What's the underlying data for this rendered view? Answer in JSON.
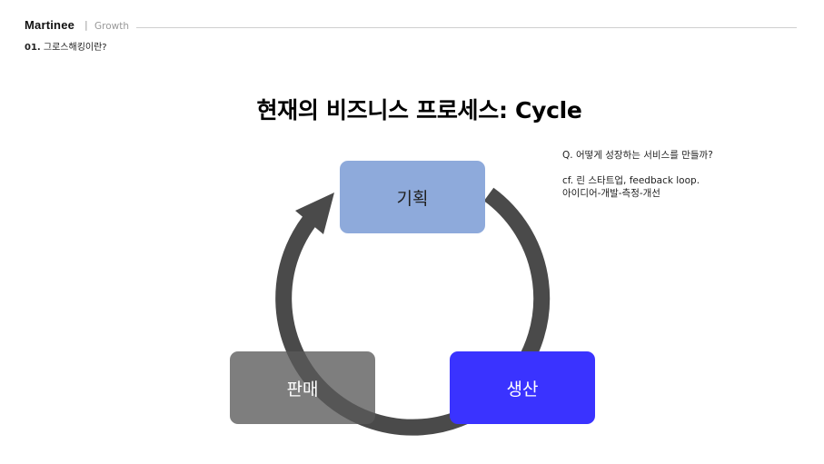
{
  "header": {
    "brand": "Martinee",
    "separator": "|",
    "section": "Growth",
    "subtitle_num": "01.",
    "subtitle_text": "그로스해킹이란?"
  },
  "slide": {
    "title": "현재의 비즈니스 프로세스: Cycle"
  },
  "note": {
    "line1": "Q. 어떻게 성장하는 서비스를 만들까?",
    "line2": "cf. 린 스타트업, feedback loop.",
    "line3": "아이디어-개발-측정-개선"
  },
  "cycle": {
    "nodes": [
      {
        "label": "기획",
        "color": "#8eaadb"
      },
      {
        "label": "생산",
        "color": "#3a33ff"
      },
      {
        "label": "판매",
        "color": "#5a5a5a"
      }
    ],
    "arrow_color": "#4a4a4a",
    "direction": "clockwise"
  }
}
